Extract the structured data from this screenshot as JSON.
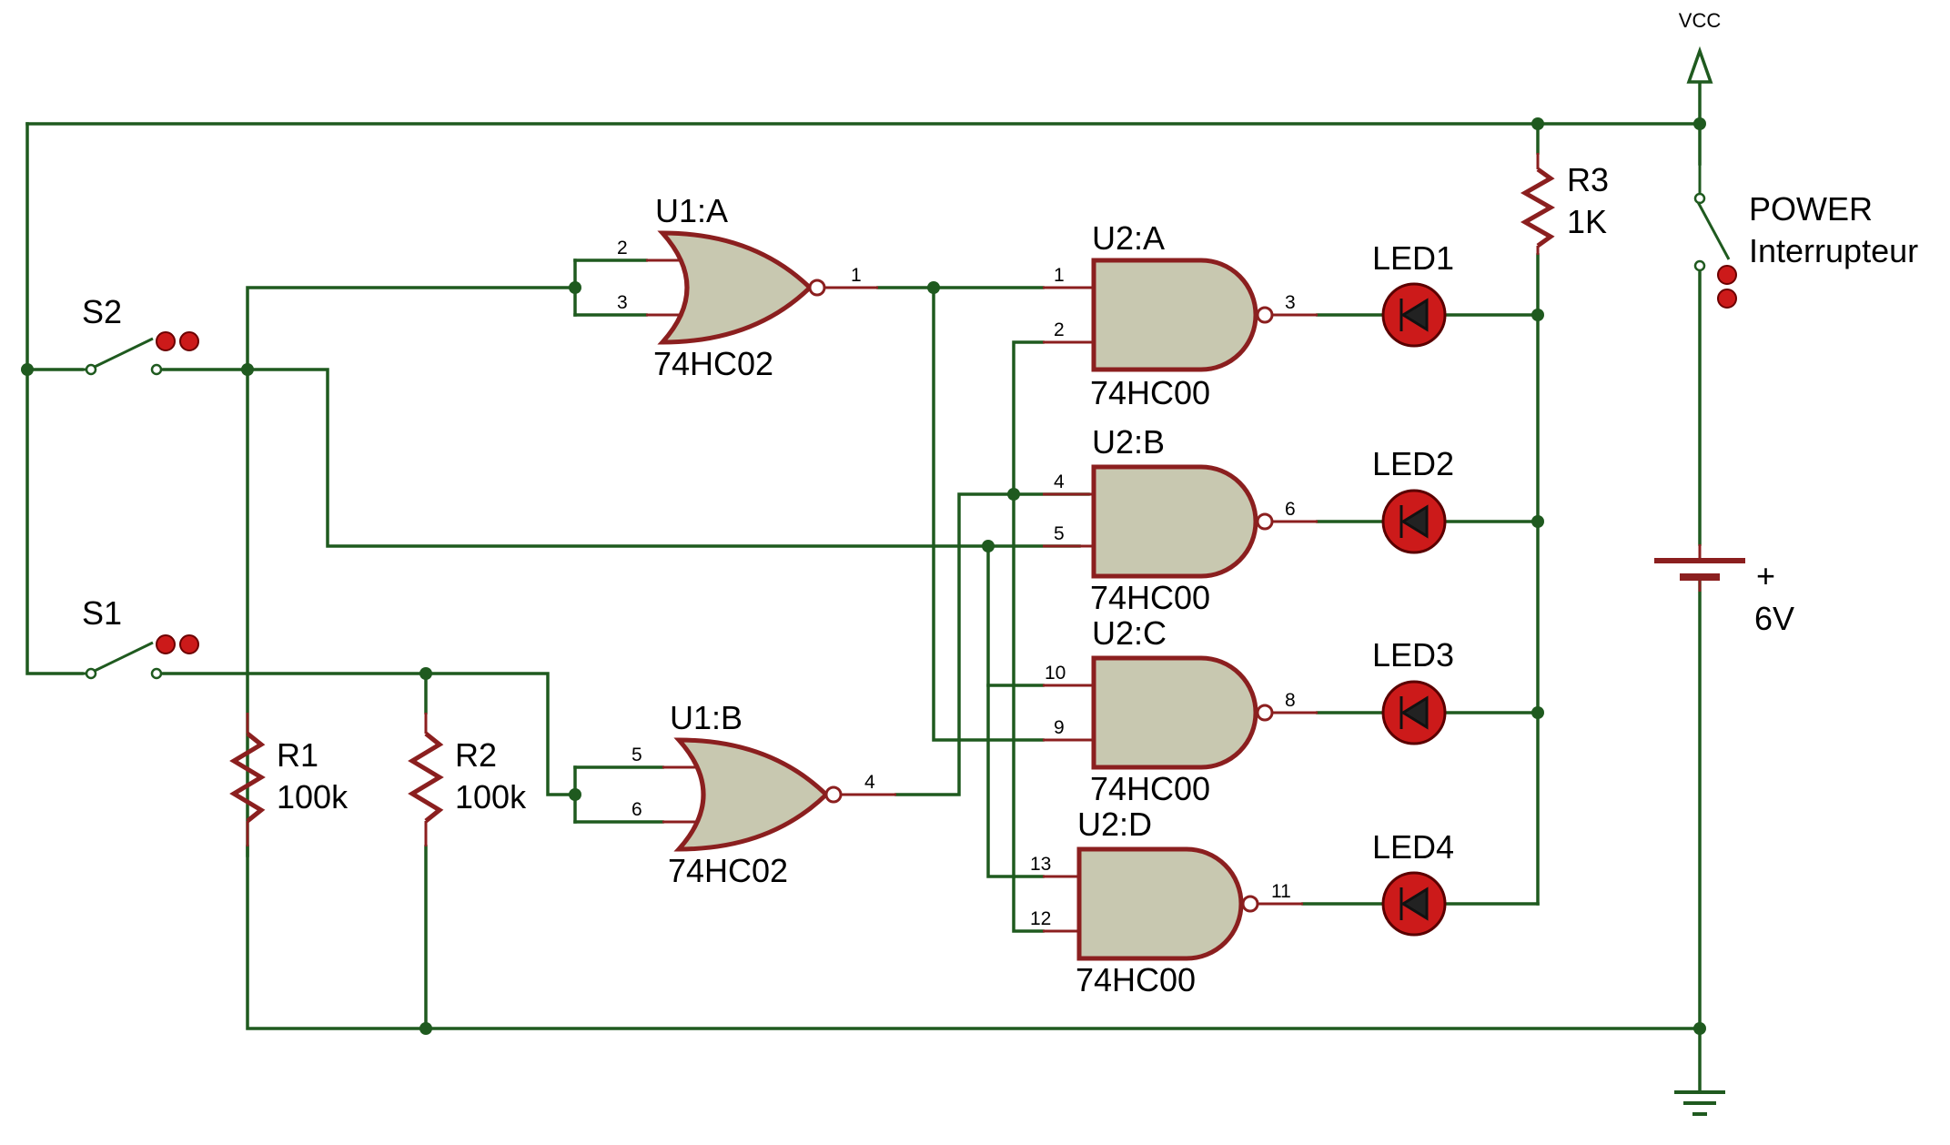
{
  "schematic": {
    "supply": {
      "label": "VCC"
    },
    "switches": {
      "s1": "S1",
      "s2": "S2",
      "power": "POWER",
      "power_type": "Interrupteur"
    },
    "resistors": {
      "r1": {
        "name": "R1",
        "value": "100k"
      },
      "r2": {
        "name": "R2",
        "value": "100k"
      },
      "r3": {
        "name": "R3",
        "value": "1K"
      }
    },
    "battery": {
      "polarity": "+",
      "voltage": "6V"
    },
    "nor_gates": {
      "a": {
        "name": "U1:A",
        "part": "74HC02",
        "in1": "2",
        "in2": "3",
        "out": "1"
      },
      "b": {
        "name": "U1:B",
        "part": "74HC02",
        "in1": "5",
        "in2": "6",
        "out": "4"
      }
    },
    "nand_gates": {
      "a": {
        "name": "U2:A",
        "part": "74HC00",
        "in1": "1",
        "in2": "2",
        "out": "3"
      },
      "b": {
        "name": "U2:B",
        "part": "74HC00",
        "in1": "4",
        "in2": "5",
        "out": "6"
      },
      "c": {
        "name": "U2:C",
        "part": "74HC00",
        "in1": "10",
        "in2": "9",
        "out": "8"
      },
      "d": {
        "name": "U2:D",
        "part": "74HC00",
        "in1": "13",
        "in2": "12",
        "out": "11"
      }
    },
    "leds": {
      "led1": "LED1",
      "led2": "LED2",
      "led3": "LED3",
      "led4": "LED4"
    },
    "colors": {
      "wire": "#1f5a1f",
      "component": "#8b1f1f",
      "gate_fill": "#c8c8b0",
      "led": "#cc1a1a"
    }
  }
}
